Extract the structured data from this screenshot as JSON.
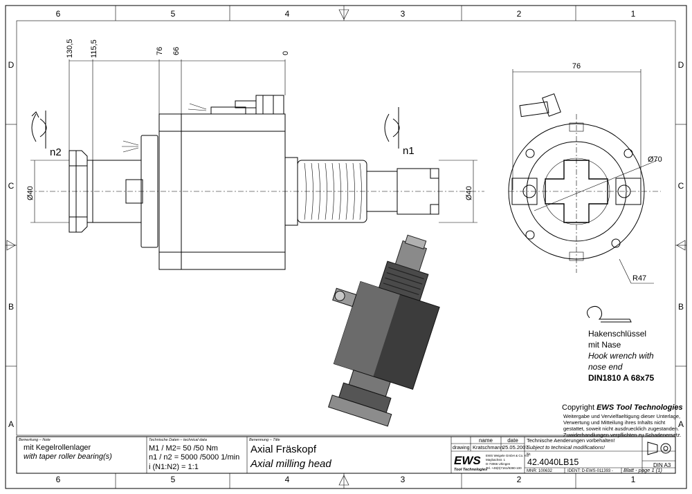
{
  "border": {
    "columns": [
      "6",
      "5",
      "4",
      "3",
      "2",
      "1"
    ],
    "rows": [
      "D",
      "C",
      "B",
      "A"
    ]
  },
  "dimensions": {
    "d130_5": "130,5",
    "d115_5": "115,5",
    "d76_top": "76",
    "d66": "66",
    "d0": "0",
    "d76_side": "76",
    "dia40_left": "Ø40",
    "dia40_right": "Ø40",
    "dia70": "Ø70",
    "r47": "R47"
  },
  "rotation_labels": {
    "n2": "n2",
    "n1": "n1"
  },
  "wrench_note": {
    "de_line1": "Hakenschlüssel",
    "de_line2": "mit Nase",
    "en_line1": "Hook wrench with",
    "en_line2": "nose end",
    "standard": "DIN1810 A 68x75"
  },
  "copyright": {
    "title_prefix": "Copyright ",
    "title_brand": "EWS Tool Technologies",
    "lines": [
      "Weitergabe und Vervielfaeltigung dieser Unterlage,",
      "Verwertung und Mitteilung ihres Inhalts nicht",
      "gestattet, soweit nicht ausdruecklich zugestanden.",
      "Zuwiderhandlungen verpflichten zu Schadenersatz."
    ]
  },
  "title_block": {
    "remarks_header": "Bemerkung – Note",
    "remarks_de": "mit Kegelrollenlager",
    "remarks_en": "with taper roller bearing(s)",
    "tech_header": "Technische Daten – technical data",
    "tech_m": "M1 / M2= 50  /50  Nm",
    "tech_n": "n1 / n2 = 5000 /5000  1/min",
    "tech_i": "i  (N1:N2)  = 1:1",
    "name_header": "Benennung – Title",
    "name_de": "Axial Fräskopf",
    "name_en": "Axial milling head",
    "col_name": "name",
    "col_date": "date",
    "row_label": "drawing",
    "drawn_by": "Kratschmann",
    "drawn_date": "25.05.2007",
    "logo": "EWS",
    "logo_sub": "Tool Technologies",
    "company_lines": [
      "EWS Weigele GmbH & Co. KG",
      "Maybachstr. 1",
      "D-73066 Uhingen",
      "Tel. +49(0)7161/9390-100"
    ],
    "change_de": "Technische Aenderungen vorbehalten!",
    "change_en": "Subject to technical modifications!",
    "nr_label": "Nr.",
    "part_number": "42.4040LB15",
    "mnr": "MNR: 100632",
    "ident": "IDENT: D-EWS-011393 -",
    "sheet": "Blatt - page  1 (1)",
    "din": "DIN A3"
  }
}
